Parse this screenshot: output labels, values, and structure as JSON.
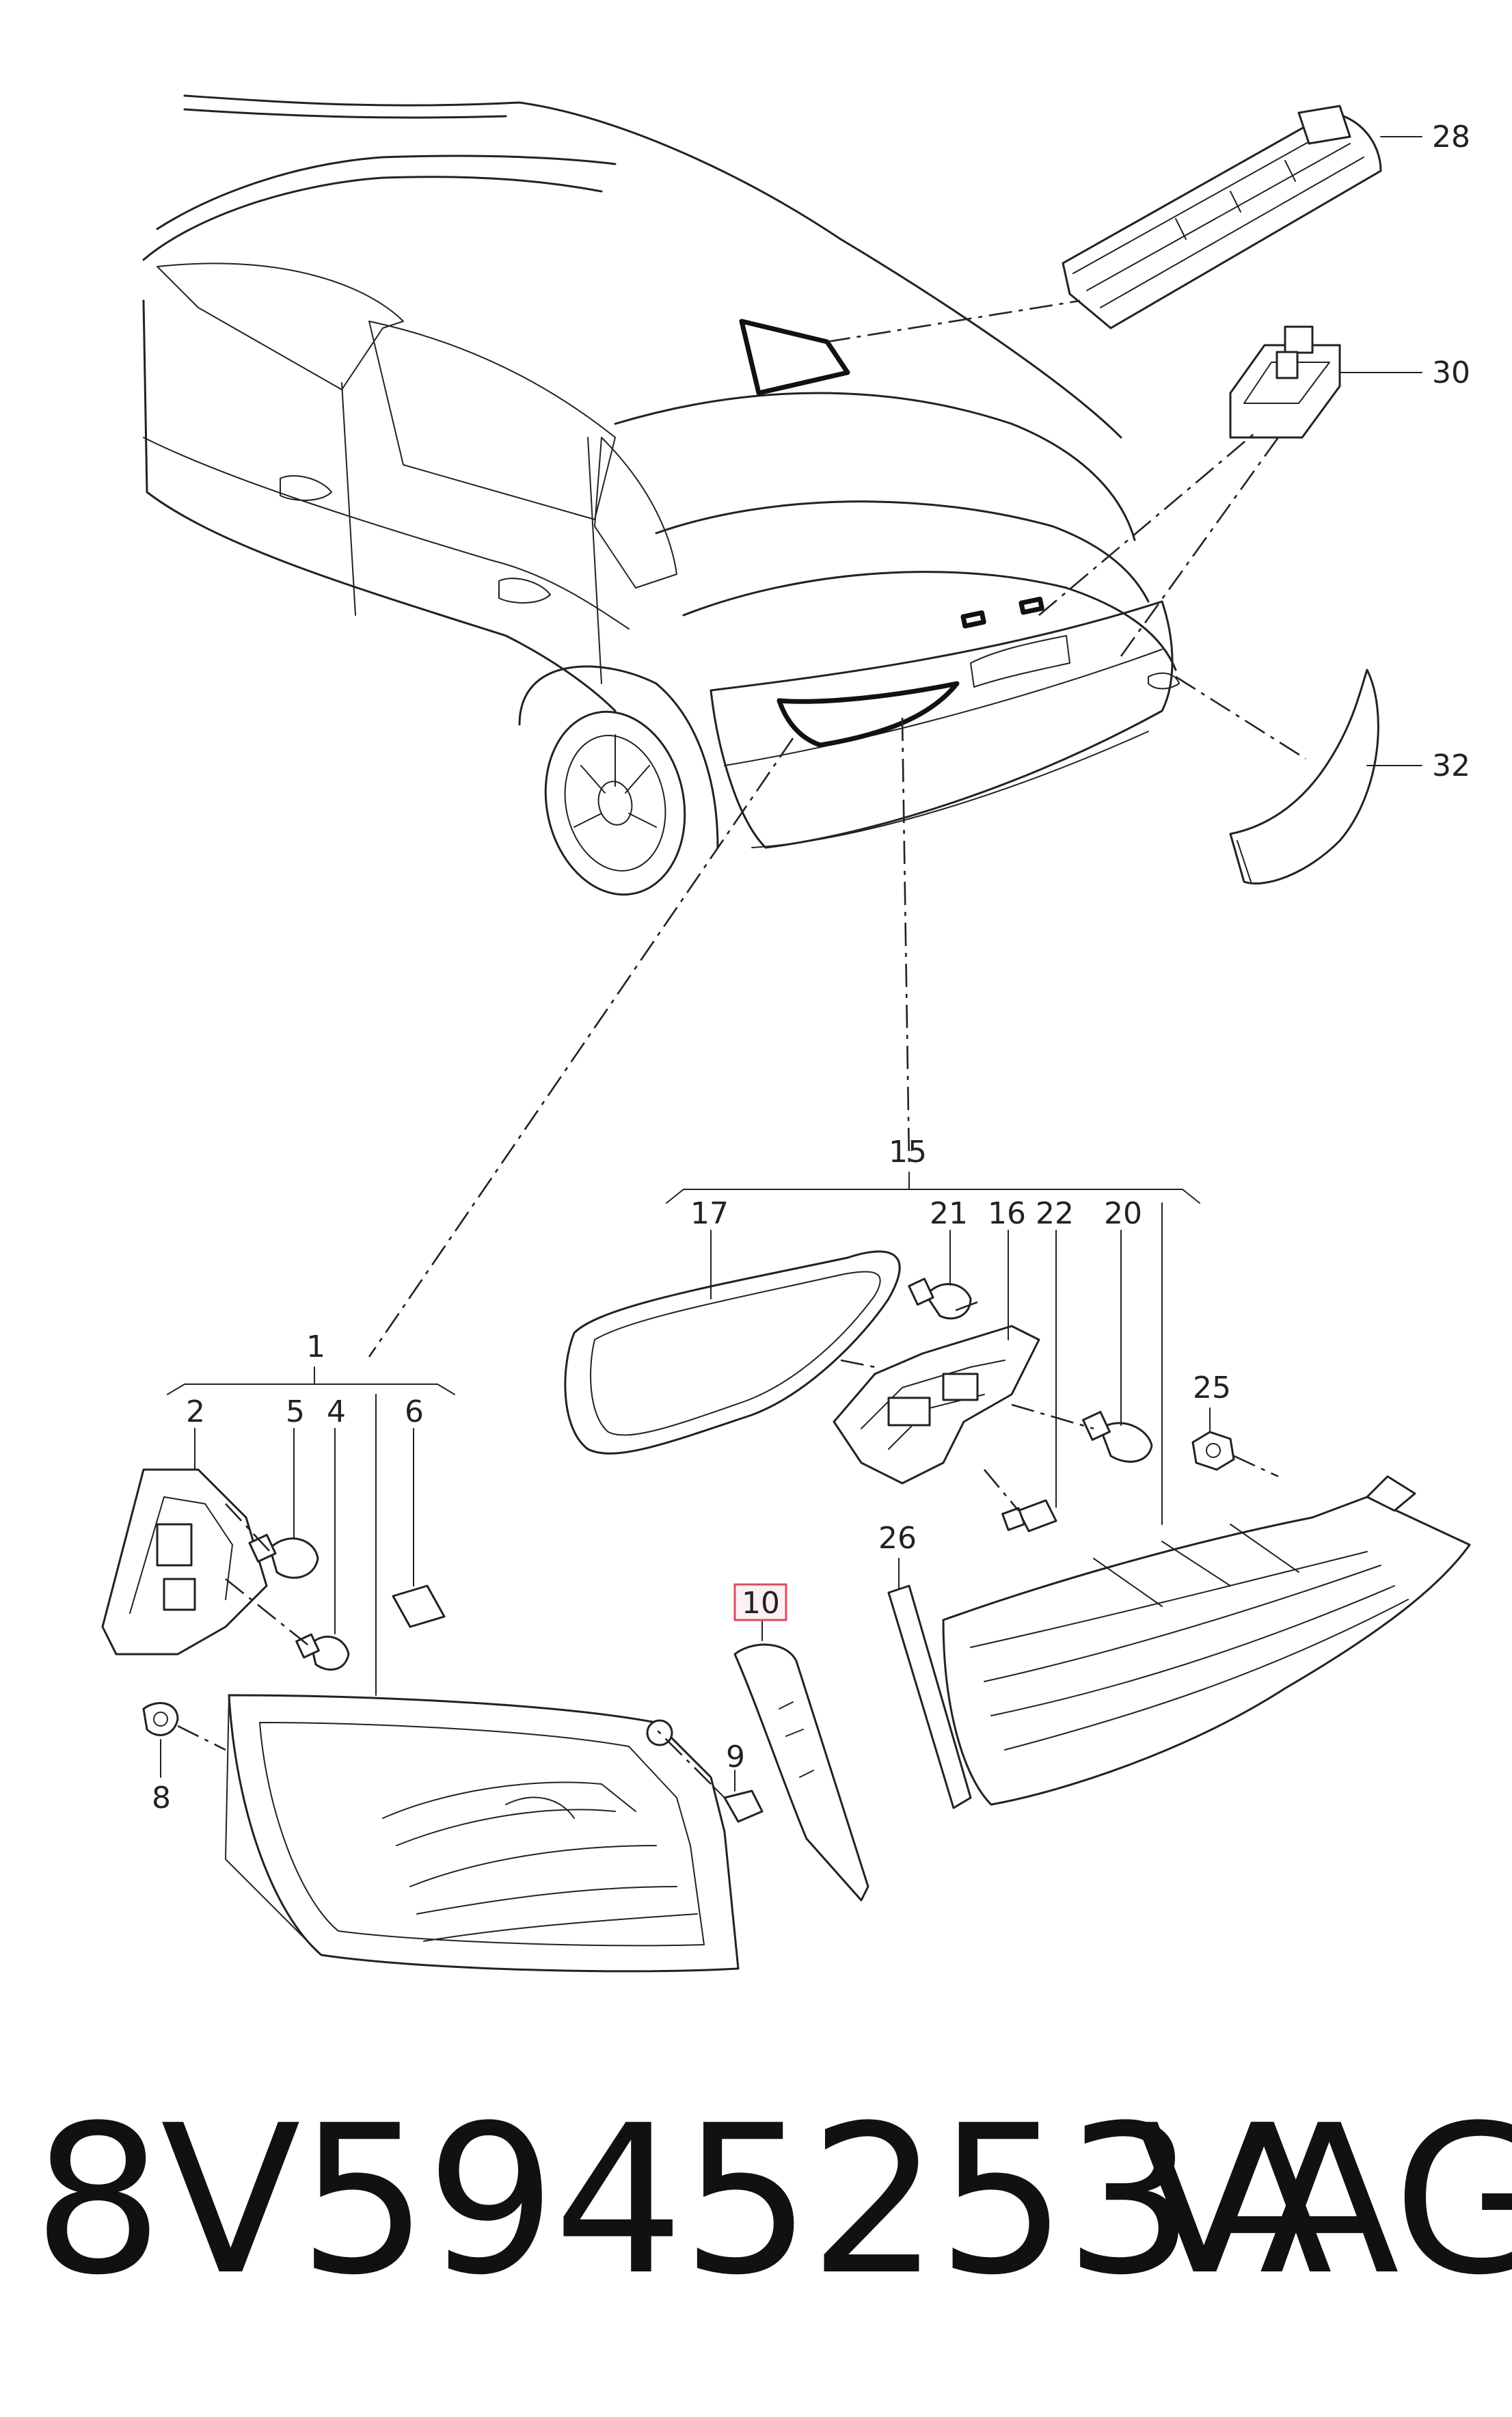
{
  "diagram": {
    "callouts": [
      {
        "id": "c1",
        "label": "1"
      },
      {
        "id": "c2",
        "label": "2"
      },
      {
        "id": "c4",
        "label": "4"
      },
      {
        "id": "c5",
        "label": "5"
      },
      {
        "id": "c6",
        "label": "6"
      },
      {
        "id": "c8",
        "label": "8"
      },
      {
        "id": "c9",
        "label": "9"
      },
      {
        "id": "c10",
        "label": "10"
      },
      {
        "id": "c15",
        "label": "15"
      },
      {
        "id": "c16",
        "label": "16"
      },
      {
        "id": "c17",
        "label": "17"
      },
      {
        "id": "c20",
        "label": "20"
      },
      {
        "id": "c21",
        "label": "21"
      },
      {
        "id": "c22",
        "label": "22"
      },
      {
        "id": "c25",
        "label": "25"
      },
      {
        "id": "c26",
        "label": "26"
      },
      {
        "id": "c28",
        "label": "28"
      },
      {
        "id": "c30",
        "label": "30"
      },
      {
        "id": "c32",
        "label": "32"
      }
    ],
    "highlighted_callout": "10"
  },
  "footer": {
    "part_number": "8V5945253A",
    "brand": "VAG"
  },
  "colors": {
    "line": "#222222",
    "highlight_border": "#d94b64",
    "highlight_fill": "#fdf0f2",
    "background": "#ffffff"
  }
}
